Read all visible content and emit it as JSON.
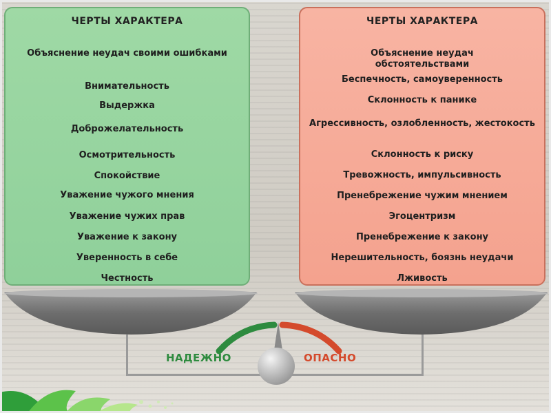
{
  "left_panel": {
    "title": "ЧЕРТЫ ХАРАКТЕРА",
    "traits": [
      "Объяснение неудач своими ошибками",
      "Внимательность",
      "Выдержка",
      "Доброжелательность",
      "Осмотрительность",
      "Спокойствие",
      "Уважение чужого мнения",
      "Уважение чужих прав",
      "Уважение к закону",
      "Уверенность в себе",
      "Честность"
    ]
  },
  "right_panel": {
    "title": "ЧЕРТЫ ХАРАКТЕРА",
    "traits": [
      "Объяснение неудач обстоятельствами",
      "Беспечность, самоуверенность",
      "Склонность к панике",
      "Агрессивность, озлобленность, жестокость",
      "Склонность к риску",
      "Тревожность, импульсивность",
      "Пренебрежение чужим мнением",
      "Эгоцентризм",
      "Пренебрежение к закону",
      "Нерешительность, боязнь неудачи",
      "Лживость"
    ]
  },
  "scale": {
    "safe_label": "НАДЕЖНО",
    "danger_label": "ОПАСНО",
    "safe_color": "#2e8b3f",
    "danger_color": "#d44a2c",
    "indicator_icon": "gauge-needle-icon"
  },
  "colors": {
    "good_panel": "#9fd9a5",
    "bad_panel": "#f8b4a3"
  }
}
